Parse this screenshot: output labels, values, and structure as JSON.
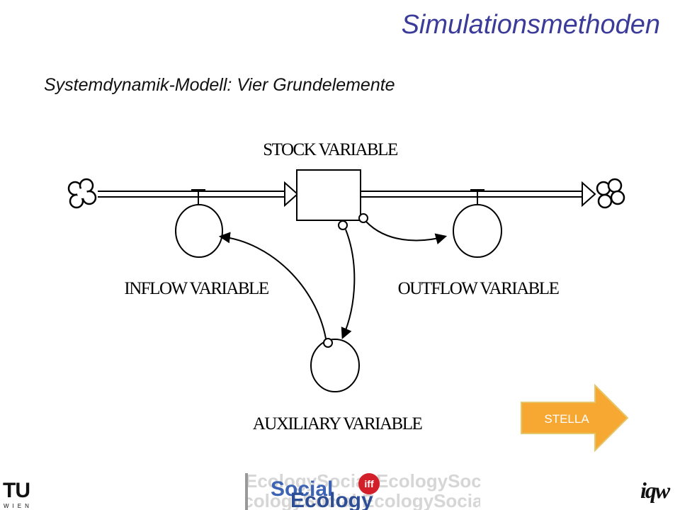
{
  "slide": {
    "title": "Simulationsmethoden",
    "subtitle": "Systemdynamik-Modell: Vier Grundelemente"
  },
  "diagram": {
    "labels": {
      "stock": "STOCK VARIABLE",
      "inflow": "INFLOW VARIABLE",
      "outflow": "OUTFLOW VARIABLE",
      "auxiliary": "AUXILIARY VARIABLE"
    },
    "icons": [
      "cloud-source-icon",
      "cloud-sink-icon",
      "stock-box-icon",
      "converter-circle-icon",
      "valve-icon",
      "connector-arrow-icon"
    ]
  },
  "button": {
    "label": "STELLA",
    "color": "#f7a833"
  },
  "footer": {
    "tu_logo": {
      "letters": "TU",
      "sub": "WIEN"
    },
    "social_ecology": {
      "word1": "Social",
      "word2": "Ecology",
      "badge": "iff",
      "background": "EcologySocial EcologySocial"
    },
    "iqw": "iqw"
  }
}
